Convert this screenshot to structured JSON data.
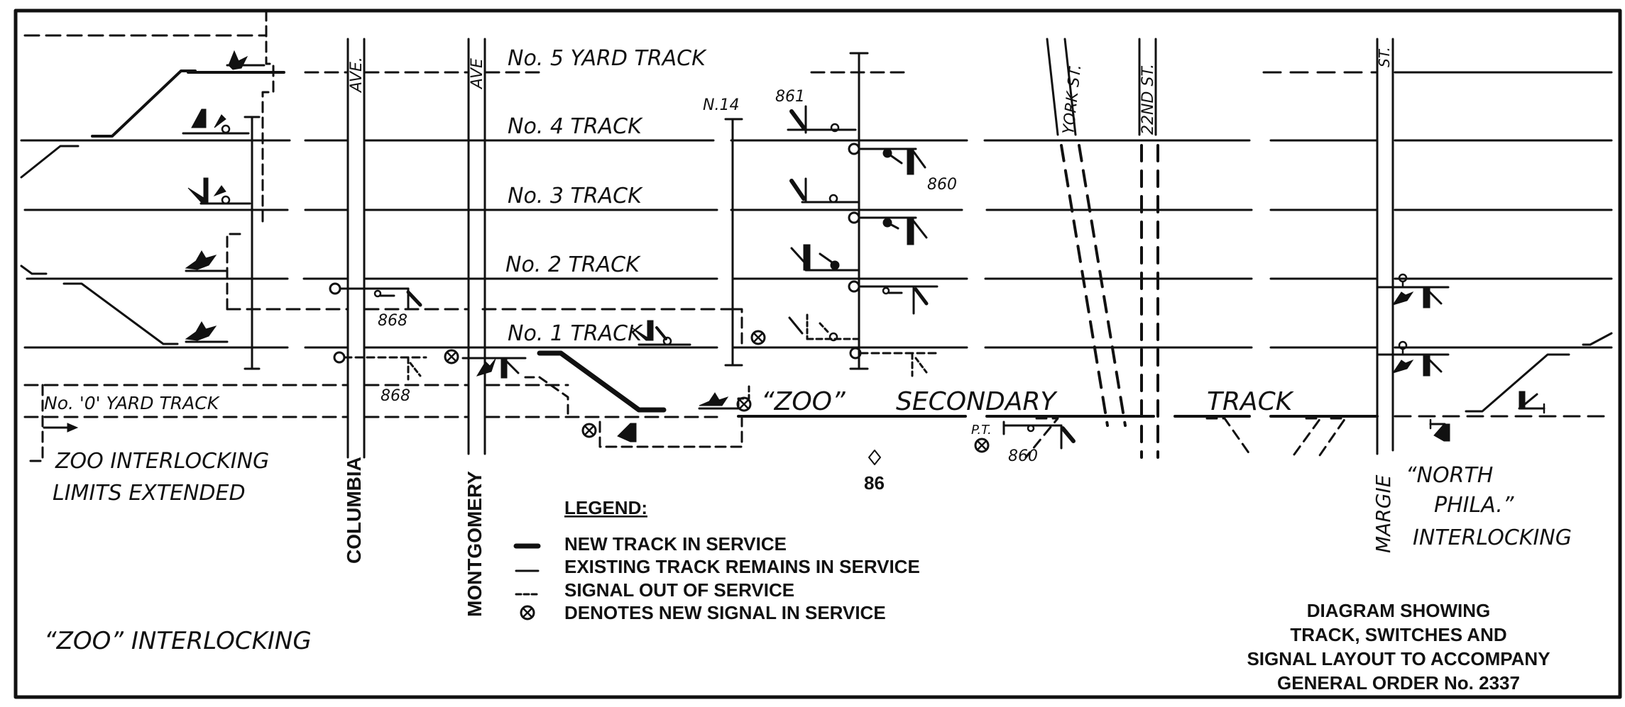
{
  "tracks": {
    "no5": "No. 5 YARD TRACK",
    "no4": "No. 4 TRACK",
    "no3": "No. 3 TRACK",
    "no2": "No. 2 TRACK",
    "no1": "No. 1 TRACK",
    "no0": "No. '0' YARD TRACK",
    "secondary_1": "“ZOO”",
    "secondary_2": "SECONDARY",
    "secondary_3": "TRACK"
  },
  "streets": {
    "columbia_top": "AVE.",
    "columbia_name": "COLUMBIA",
    "montgomery_top": "AVE",
    "montgomery_name": "MONTGOMERY",
    "york": "YORK ST.",
    "twentysecond": "22ND ST.",
    "margie_top": "ST.",
    "margie_name": "MARGIE"
  },
  "signals": {
    "n14": "N.14",
    "s861": "861",
    "s860_upper": "860",
    "s868_upper": "868",
    "s868_lower": "868",
    "pt": "P.T.",
    "s860_lower": "860",
    "marker86": "86"
  },
  "notes": {
    "limits_line1": "ZOO INTERLOCKING",
    "limits_line2": "LIMITS EXTENDED",
    "zoo_interlocking": "“ZOO” INTERLOCKING",
    "north_phila_1": "“NORTH",
    "north_phila_2": "PHILA.”",
    "north_phila_3": "INTERLOCKING"
  },
  "legend": {
    "title": "LEGEND:",
    "items": [
      {
        "symbol": "thick-line",
        "label": "NEW TRACK IN SERVICE"
      },
      {
        "symbol": "thin-line",
        "label": "EXISTING TRACK REMAINS IN SERVICE"
      },
      {
        "symbol": "dashed-line",
        "label": "SIGNAL OUT OF SERVICE"
      },
      {
        "symbol": "crossed-circle",
        "label": "DENOTES NEW SIGNAL IN SERVICE"
      }
    ]
  },
  "caption": {
    "line1": "DIAGRAM SHOWING",
    "line2": "TRACK, SWITCHES AND",
    "line3": "SIGNAL LAYOUT TO ACCOMPANY",
    "line4": "GENERAL ORDER No. 2337"
  },
  "colors": {
    "ink": "#111111",
    "paper": "#ffffff"
  }
}
